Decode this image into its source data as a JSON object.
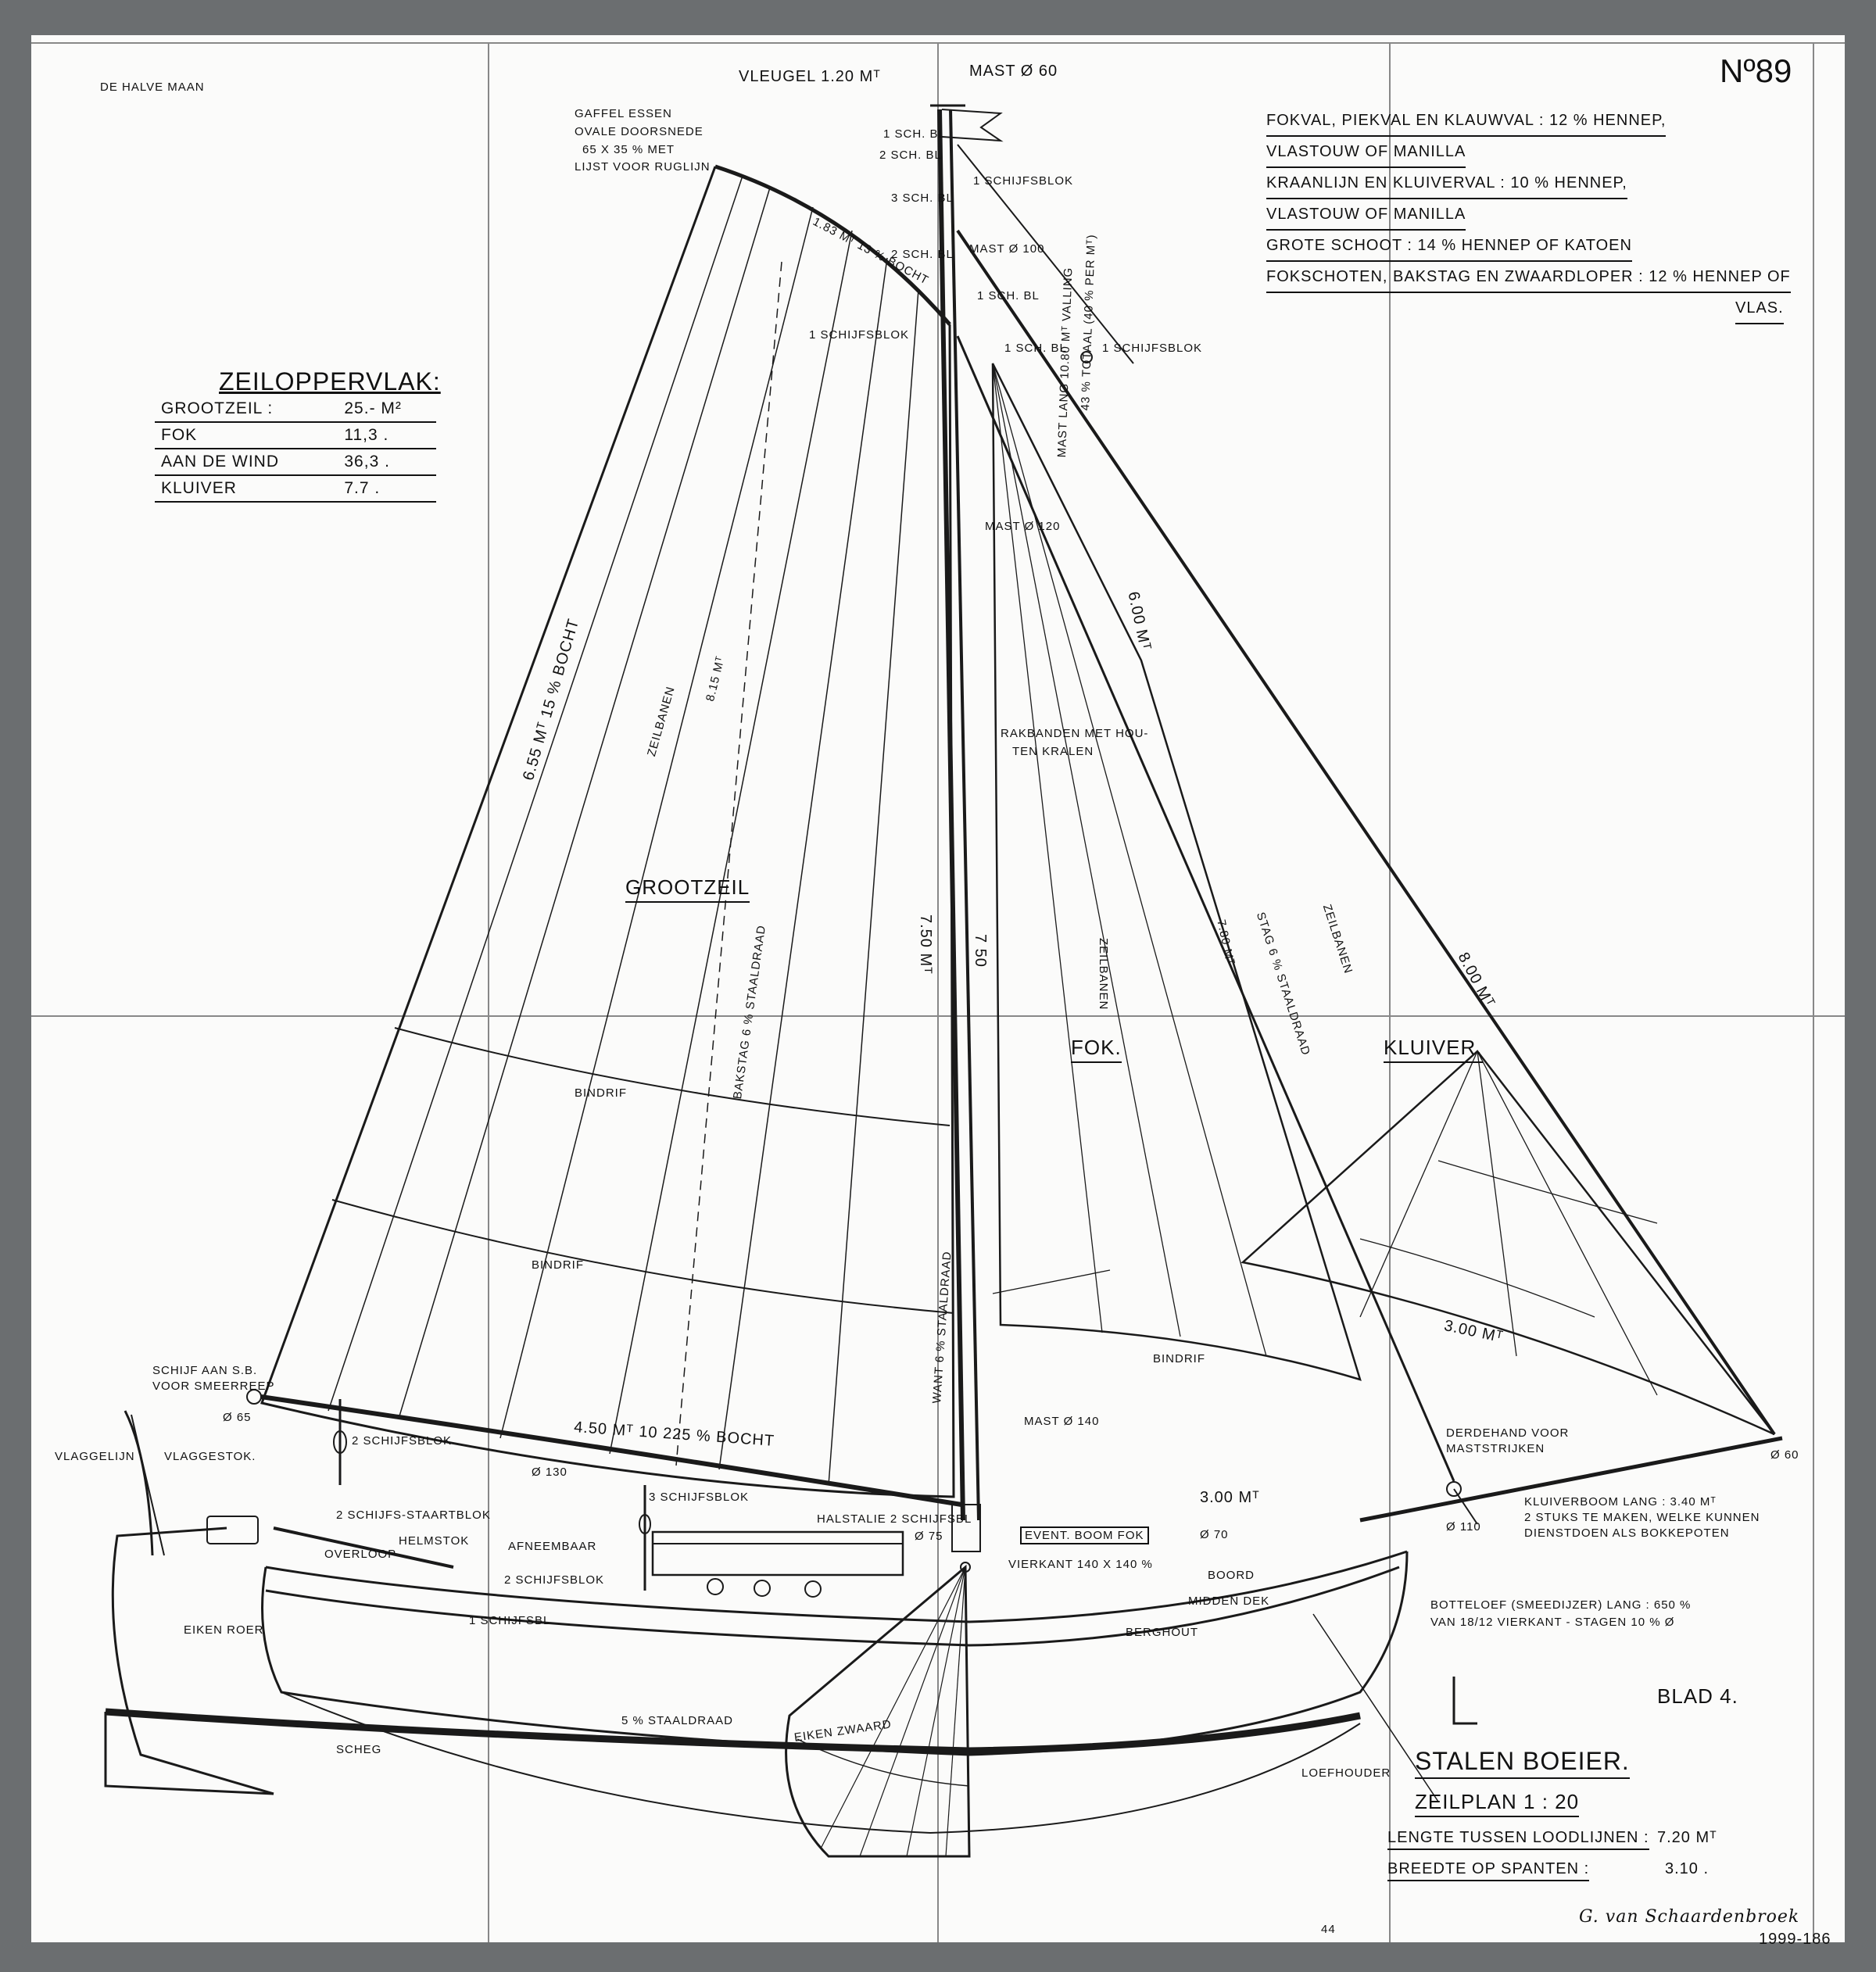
{
  "sheet": {
    "number": "Nº89",
    "yard": "DE HALVE MAAN",
    "blad": "BLAD 4.",
    "archive_number": "1999-186",
    "corner_number": "44",
    "signature": "G. van Schaardenbroek"
  },
  "sail_area": {
    "title": "ZEILOPPERVLAK:",
    "rows": [
      {
        "name": "GROOTZEIL :",
        "value": "25.- M²"
      },
      {
        "name": "FOK",
        "value": "11,3 ."
      },
      {
        "name": "AAN DE WIND",
        "value": "36,3 ."
      },
      {
        "name": "KLUIVER",
        "value": "7.7 ."
      }
    ]
  },
  "rigging_notes": [
    "FOKVAL, PIEKVAL EN KLAUWVAL : 12 % HENNEP,",
    "VLASTOUW OF MANILLA",
    "KRAANLIJN EN KLUIVERVAL : 10 % HENNEP,",
    "VLASTOUW OF MANILLA",
    "GROTE SCHOOT : 14 % HENNEP OF KATOEN",
    "FOKSCHOTEN, BAKSTAG EN ZWAARDLOPER : 12 % HENNEP OF",
    "VLAS."
  ],
  "title_block": {
    "title": "STALEN BOEIER.",
    "subtitle": "ZEILPLAN 1 : 20",
    "length_label": "LENGTE TUSSEN LOODLIJNEN :",
    "length_value": "7.20 Mᵀ",
    "width_label": "BREEDTE OP SPANTEN :",
    "width_value": "3.10 ."
  },
  "labels": {
    "vleugel": "VLEUGEL 1.20 Mᵀ",
    "mast60": "MAST Ø 60",
    "gaffel1": "GAFFEL ESSEN",
    "gaffel2": "OVALE DOORSNEDE",
    "gaffel3": "65 X 35 % MET",
    "gaffel4": "LIJST VOOR RUGLIJN",
    "sch1": "1 SCH. BL",
    "sch2": "2 SCH. BL",
    "sch3": "1 SCHIJFSBLOK",
    "sch4": "3 SCH. BL",
    "sch5": "2 SCH. BL",
    "mast100": "MAST Ø 100",
    "sch6": "1 SCH. BL",
    "sch7": "1 SCH. BL",
    "sch8": "1 SCHIJFSBLOK",
    "sch9": "1 SCHIJFSBLOK",
    "gaffelmaat": "1.83 Mᵀ 13 % BOCHT",
    "mast120": "MAST Ø 120",
    "mastval": "MAST LANG 10.80 Mᵀ VALLING",
    "mastval2": "43 % TOTAAL (40 % PER Mᵀ)",
    "rakbanden1": "RAKBANDEN MET HOU-",
    "rakbanden2": "TEN KRALEN",
    "grootzeil": "GROOTZEIL",
    "fok": "FOK.",
    "kluiver": "KLUIVER.",
    "rib655": "6.55 Mᵀ 15 % BOCHT",
    "zeilbaan1": "ZEILBANEN",
    "rib815": "8.15 Mᵀ",
    "bakstag": "BAKSTAG 6 % STAALDRAAD",
    "hoogte750": "7.50 Mᵀ",
    "rib750b": "7 50",
    "zeilbaan2": "ZEILBANEN",
    "rib600": "6.00 Mᵀ",
    "rib780": "7.80 Mᵀ",
    "stag": "STAG 6 % STAALDRAAD",
    "zeilbaan3": "ZEILBANEN",
    "rib800": "8.00 Mᵀ",
    "bindrif1": "BINDRIF",
    "bindrif2": "BINDRIF",
    "bindrif3": "BINDRIF",
    "rib300": "3.00 Mᵀ",
    "want": "WANT 6 % STAALDRAAD",
    "schijf1": "SCHIJF AAN S.B.",
    "schijf2": "VOOR SMEERREEP",
    "o65": "Ø 65",
    "vlaggelijn": "VLAGGELIJN",
    "vlaggestok": "VLAGGESTOK.",
    "boom450": "4.50 Mᵀ 10 225 % BOCHT",
    "schijfsblok2": "2 SCHIJFSBLOK",
    "o130": "Ø 130",
    "schijfsblok3": "3 SCHIJFSBLOK",
    "mast140": "MAST Ø 140",
    "staartblok": "2 SCHIJFS-STAARTBLOK",
    "helmstok": "HELMSTOK",
    "afneembaar": "AFNEEMBAAR",
    "halstalie": "HALSTALIE 2 SCHIJFSBL",
    "o75": "Ø 75",
    "eventboom": "EVENT. BOOM FOK",
    "fok300": "3.00 Mᵀ",
    "o70": "Ø 70",
    "vierkant": "VIERKANT 140 X 140 %",
    "overloop": "OVERLOOP",
    "schijfsblok4": "2 SCHIJFSBLOK",
    "schijfsel": "1 SCHIJFSBL",
    "boord": "BOORD",
    "middendek": "MIDDEN DEK",
    "berghout": "BERGHOUT",
    "eikenroer": "EIKEN ROER",
    "staaldraad5": "5 % STAALDRAAD",
    "eikenzwaard": "EIKEN ZWAARD",
    "scheg": "SCHEG",
    "loefhouder": "LOEFHOUDER",
    "derdehand1": "DERDEHAND VOOR",
    "derdehand2": "MASTSTRIJKEN",
    "o60b": "Ø 60",
    "kluiverboom1": "KLUIVERBOOM LANG : 3.40 Mᵀ",
    "kluiverboom2": "2 STUKS TE MAKEN, WELKE KUNNEN",
    "kluiverboom3": "DIENSTDOEN ALS BOKKEPOTEN",
    "o110": "Ø 110",
    "botteloef1": "BOTTELOEF (SMEEDIJZER) LANG : 650 %",
    "botteloef2": "VAN 18/12 VIERKANT - STAGEN 10 % Ø"
  }
}
